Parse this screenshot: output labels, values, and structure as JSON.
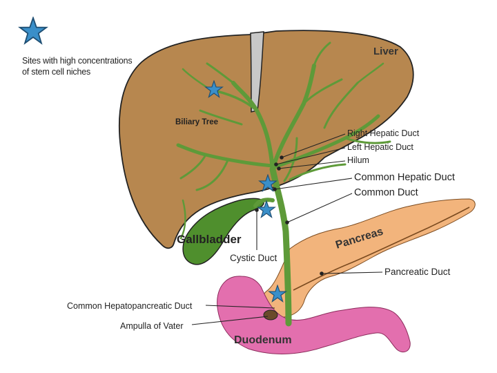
{
  "legend": {
    "icon": "star-icon",
    "line1": "Sites with high concentrations",
    "line2": "of stem cell niches",
    "star_color": "#3a8fc9"
  },
  "organs": {
    "liver": "Liver",
    "pancreas": "Pancreas",
    "gallbladder": "Gallbladder",
    "duodenum": "Duodenum"
  },
  "labels": {
    "biliary_tree": "Biliary Tree",
    "right_hepatic_duct": "Right Hepatic Duct",
    "left_hepatic_duct": "Left Hepatic Duct",
    "hilum": "Hilum",
    "common_hepatic_duct": "Common Hepatic Duct",
    "common_duct": "Common Duct",
    "cystic_duct": "Cystic Duct",
    "pancreatic_duct": "Pancreatic Duct",
    "common_hepatopancreatic_duct": "Common Hepatopancreatic Duct",
    "ampulla_of_vater": "Ampulla of Vater"
  },
  "colors": {
    "liver": "#b7874f",
    "biliary": "#5e9a39",
    "gallbladder": "#4f8f2d",
    "pancreas": "#f2b47c",
    "duodenum": "#e36fae",
    "ligament": "#c8c8c8",
    "star": "#3a8fc9"
  }
}
